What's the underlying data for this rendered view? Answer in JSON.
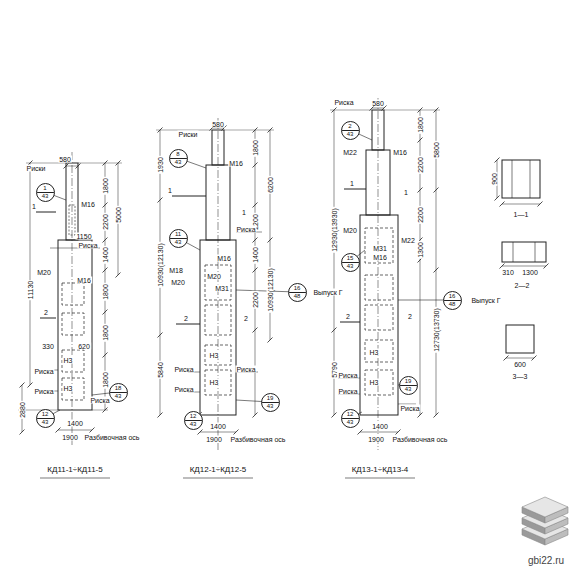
{
  "diagram": {
    "nodes": [
      {
        "text": [
          "1",
          "43"
        ]
      },
      {
        "text": [
          "8",
          "43"
        ]
      },
      {
        "text": [
          "2",
          "43"
        ]
      },
      {
        "text": [
          "11",
          "43"
        ]
      },
      {
        "text": [
          "15",
          "43"
        ]
      },
      {
        "text": [
          "16",
          "48"
        ]
      },
      {
        "text": [
          "16",
          "48"
        ]
      },
      {
        "text": [
          "18",
          "43"
        ]
      },
      {
        "text": [
          "19",
          "43"
        ]
      },
      {
        "text": [
          "19",
          "43"
        ]
      },
      {
        "text": [
          "12",
          "43"
        ]
      },
      {
        "text": [
          "12",
          "43"
        ]
      },
      {
        "text": [
          "12",
          "43"
        ]
      }
    ],
    "labels": [
      "580",
      "Риски",
      "М16",
      "1800",
      "2200",
      "5000",
      "1150",
      "Риска",
      "1400",
      "М20",
      "М16",
      "1",
      "2",
      "11130",
      "1800",
      "1800",
      "1800",
      "330",
      "620",
      "Н3",
      "Н3",
      "Риска",
      "Риска",
      "Риска",
      "2880",
      "1400",
      "1900",
      "Разбивочная ось",
      "КД11-1÷КД11-5",
      "580",
      "Риски",
      "М16",
      "1800",
      "2200",
      "6200",
      "1",
      "1",
      "Риска",
      "1400",
      "М16",
      "М18",
      "М20",
      "М20",
      "М31",
      "2",
      "2",
      "2200",
      "10930(12130)",
      "1930",
      "10930(12130)",
      "5840",
      "Выпуск Г",
      "Н3",
      "Н3",
      "Риска",
      "Риска",
      "Риска",
      "1400",
      "1900",
      "Разбивочная ось",
      "КД12-1÷КД12-5",
      "580",
      "Риска",
      "М22",
      "М16",
      "1800",
      "2200",
      "5800",
      "1",
      "1",
      "2200",
      "1300",
      "М20",
      "М22",
      "М31",
      "М16",
      "2",
      "2",
      "12730(13730)",
      "12930(13930)",
      "5790",
      "Выпуск Г",
      "Н3",
      "Н3",
      "Риска",
      "Риска",
      "Риска",
      "1400",
      "1900",
      "Разбивочная ось",
      "КД13-1÷КД13-4",
      "900",
      "1—1",
      "310",
      "1300",
      "2—2",
      "600",
      "3—3",
      "gbi22.ru"
    ]
  }
}
